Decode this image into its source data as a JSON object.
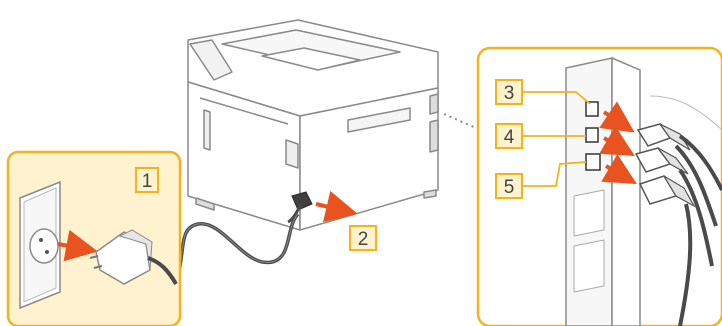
{
  "steps": [
    {
      "number": "1",
      "action": "unplug-power-cord-from-wall-outlet"
    },
    {
      "number": "2",
      "action": "unplug-power-cord-from-printer"
    },
    {
      "number": "3",
      "action": "remove-cable-top-port"
    },
    {
      "number": "4",
      "action": "remove-cable-middle-port"
    },
    {
      "number": "5",
      "action": "remove-cable-bottom-port"
    }
  ],
  "colors": {
    "callout_border": "#f5b21b",
    "callout_fill": "#fff3cf",
    "arrow": "#e8531f",
    "line": "#8a8a8a",
    "cable": "#4a4a4a"
  },
  "icons": [
    "printer-icon",
    "wall-outlet-icon",
    "power-plug-icon",
    "usb-plug-icon",
    "lan-plug-icon"
  ]
}
